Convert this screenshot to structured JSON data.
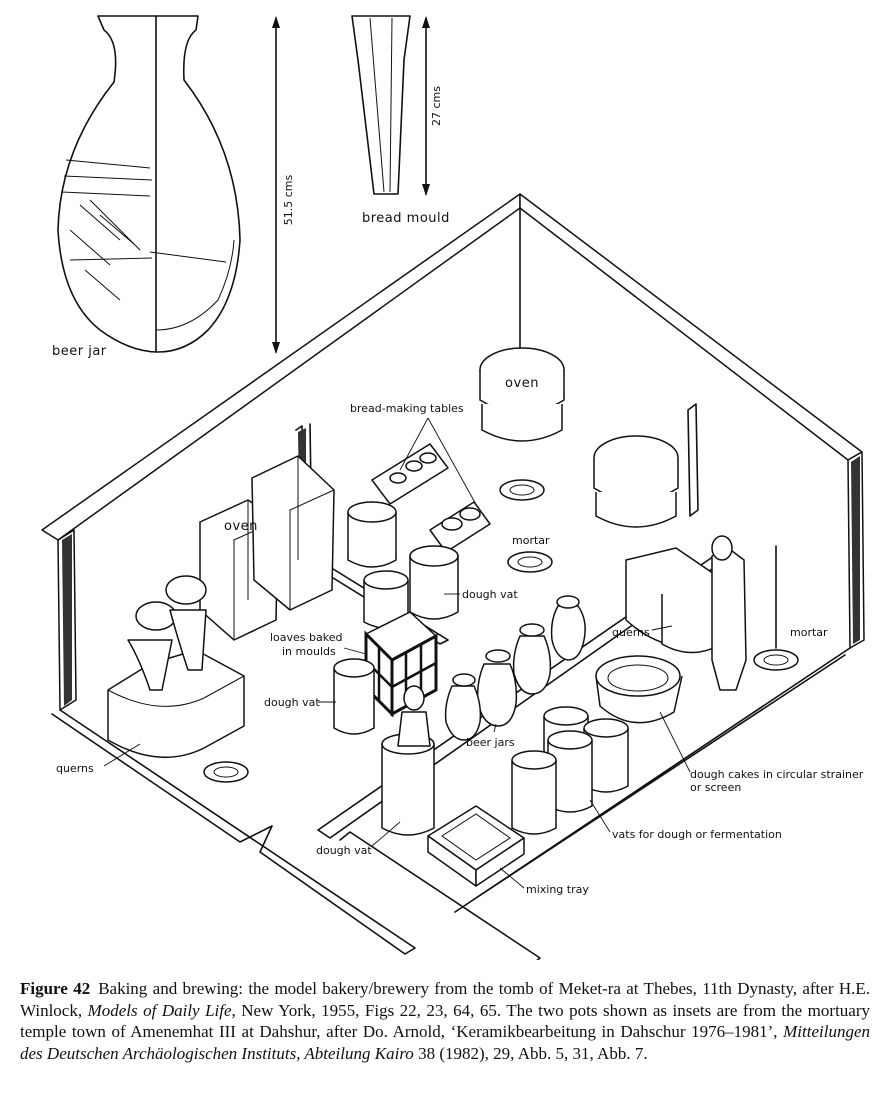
{
  "labels": {
    "beer_jar": "beer jar",
    "height_jar": "51.5 cms",
    "bread_mould": "bread mould",
    "height_mould": "27 cms",
    "oven_back": "oven",
    "bread_tables": "bread-making tables",
    "mortar_top": "mortar",
    "oven_left": "oven",
    "dough_vat_center": "dough vat",
    "loaves": "loaves baked",
    "loaves2": "in moulds",
    "dough_vat_left": "dough vat",
    "querns_right": "querns",
    "mortar_right": "mortar",
    "beer_jars": "beer jars",
    "querns_left": "querns",
    "strainer": "dough cakes in circular strainer",
    "strainer2": "or screen",
    "vats": "vats for dough or fermentation",
    "dough_vat_bottom": "dough vat",
    "mixing_tray": "mixing tray"
  },
  "caption": {
    "figure_number": "Figure 42",
    "part1": "Baking and brewing: the model bakery/brewery from the tomb of Meket-ra at Thebes, 11th Dynasty, after H.E. Winlock, ",
    "italic1": "Models of Daily Life",
    "part2": ", New York, 1955, Figs 22, 23, 64, 65. The two pots shown as insets are from the mortuary temple town of Amenemhat III at Dahshur, after Do. Arnold, ‘Keramikbearbeitung in Dahschur 1976–1981’, ",
    "italic2": "Mitteilungen des Deutschen Archäologischen Instituts, Abteilung Kairo",
    "part3": " 38 (1982), 29, Abb. 5, 31, Abb. 7."
  }
}
